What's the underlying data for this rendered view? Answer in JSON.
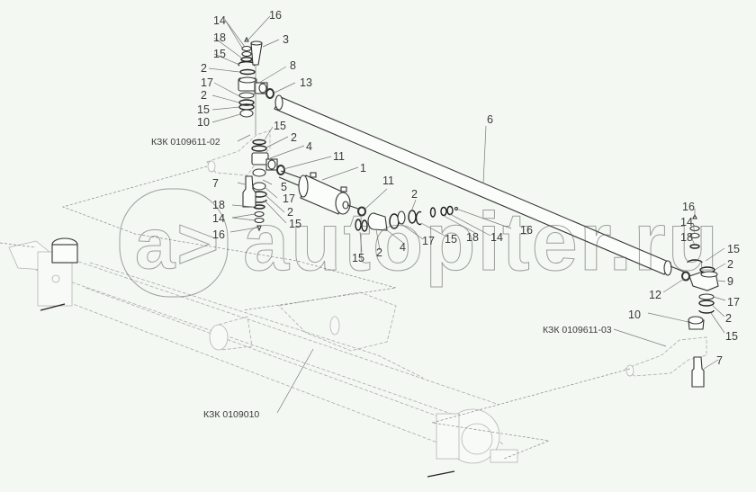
{
  "diagram": {
    "type": "exploded-parts-diagram",
    "subject": "steering linkage / tie rod assembly with front axle",
    "background": "#f4f8f3",
    "line_color": "#333333"
  },
  "watermark": {
    "logo_glyph": "a>",
    "text": "autopiter.ru"
  },
  "assemblies": {
    "left_lever": "КЗК 0109611-02",
    "right_lever": "КЗК 0109611-03",
    "axle": "КЗК 0109010"
  },
  "callouts": {
    "top_left_stack": [
      {
        "n": "14"
      },
      {
        "n": "16"
      },
      {
        "n": "18"
      },
      {
        "n": "3"
      },
      {
        "n": "15"
      },
      {
        "n": "2"
      },
      {
        "n": "8"
      },
      {
        "n": "17"
      },
      {
        "n": "13"
      },
      {
        "n": "2"
      },
      {
        "n": "15"
      },
      {
        "n": "10"
      }
    ],
    "left_lower_stack": [
      {
        "n": "15"
      },
      {
        "n": "2"
      },
      {
        "n": "4"
      },
      {
        "n": "11"
      },
      {
        "n": "1"
      },
      {
        "n": "7"
      },
      {
        "n": "5"
      },
      {
        "n": "17"
      },
      {
        "n": "18"
      },
      {
        "n": "2"
      },
      {
        "n": "14"
      },
      {
        "n": "15"
      },
      {
        "n": "16"
      }
    ],
    "center_row": [
      {
        "n": "11"
      },
      {
        "n": "2"
      },
      {
        "n": "16"
      },
      {
        "n": "2"
      },
      {
        "n": "4"
      },
      {
        "n": "17"
      },
      {
        "n": "15"
      },
      {
        "n": "18"
      },
      {
        "n": "14"
      },
      {
        "n": "15"
      }
    ],
    "tie_rod": {
      "n": "6"
    },
    "right_stack": [
      {
        "n": "16"
      },
      {
        "n": "14"
      },
      {
        "n": "18"
      },
      {
        "n": "15"
      },
      {
        "n": "2"
      },
      {
        "n": "9"
      },
      {
        "n": "12"
      },
      {
        "n": "17"
      },
      {
        "n": "10"
      },
      {
        "n": "2"
      },
      {
        "n": "15"
      },
      {
        "n": "7"
      }
    ]
  }
}
